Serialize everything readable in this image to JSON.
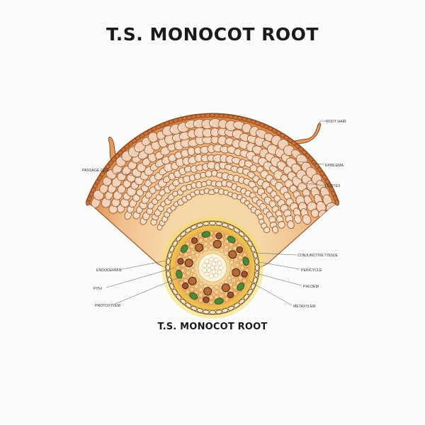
{
  "title": "T.S. MONOCOT ROOT",
  "subtitle": "T.S. MONOCOT ROOT",
  "labels": {
    "root_hair": "ROOT HAIR",
    "passage_cell": "PASSAGE CELL",
    "epiblema": "EPIBLEMA",
    "cortex": "CORTEX",
    "conjunctive_tissue": "CONJUNCTIVE TISSUE",
    "pericycle": "PERICYCLE",
    "endodermis": "ENDODERMIS",
    "pith": "PITH",
    "phloem": "PHLOEM",
    "protoxylem": "PROTOXYLEM",
    "metaxylem": "METAXYLEM"
  },
  "colors": {
    "epiblema": "#c8723a",
    "cortex_cell_fill": "#f8e4d6",
    "cortex_outline": "#9a5a2e",
    "endodermis_band": "#f2e05a",
    "stele_fill": "#e9a553",
    "phloem": "#4a8a3a",
    "xylem": "#a0522d",
    "pith": "#fdf4de"
  }
}
